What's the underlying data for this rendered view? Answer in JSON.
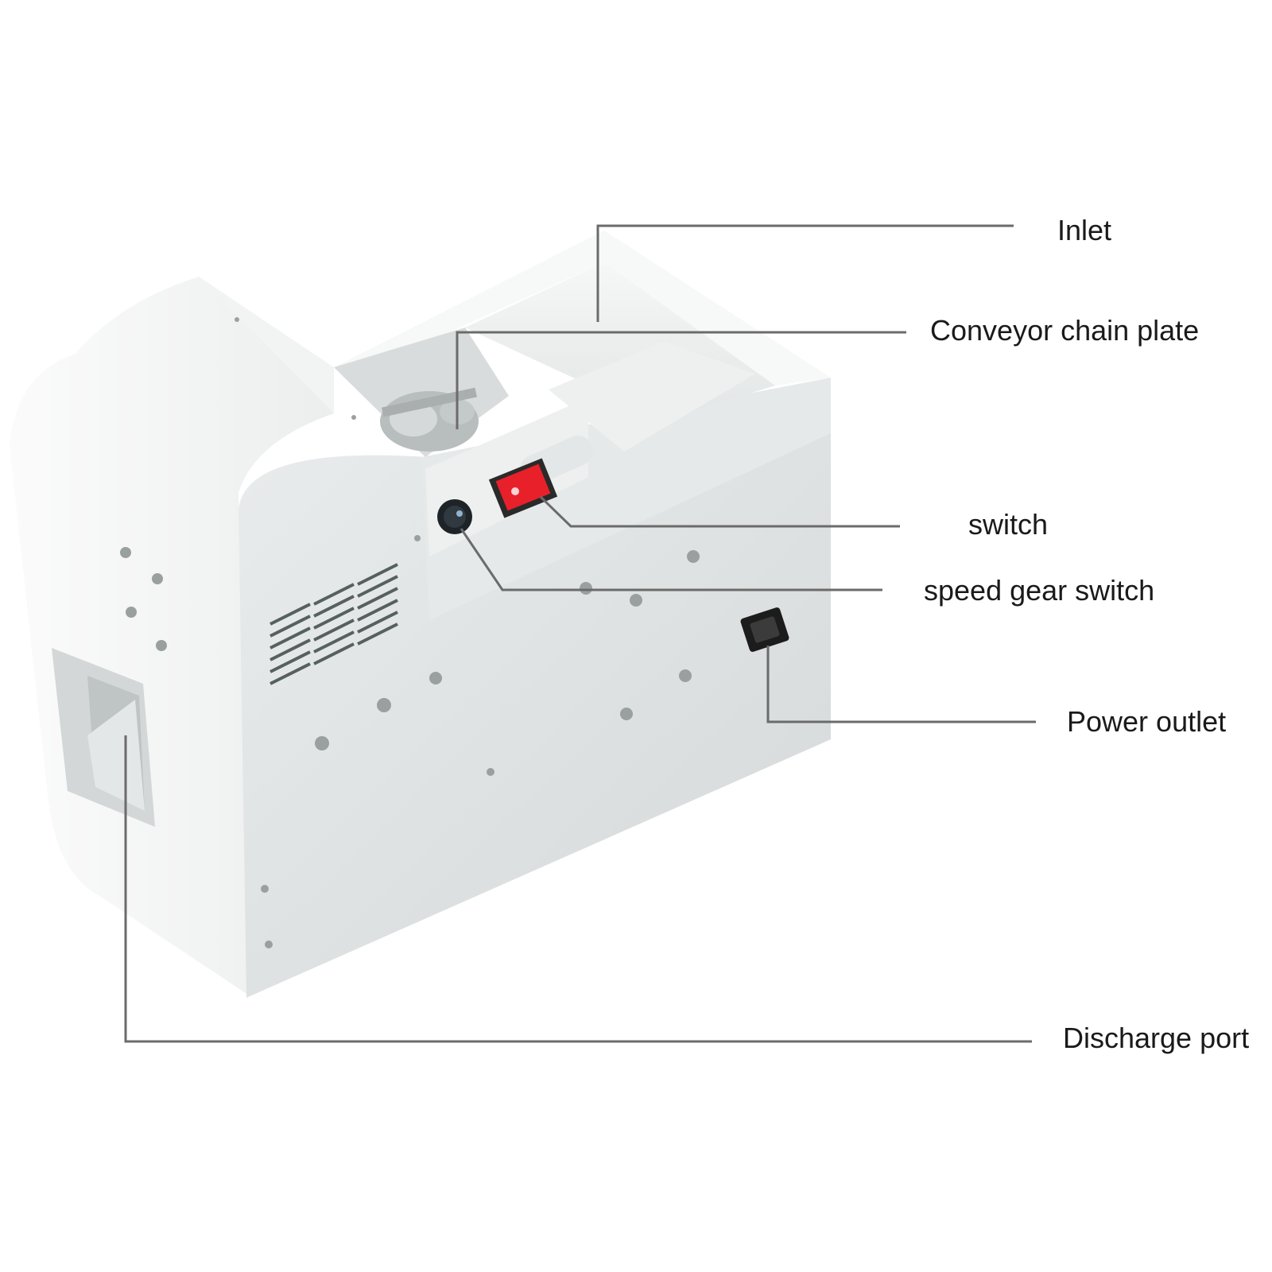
{
  "colors": {
    "body_light": "#f4f5f5",
    "body_side": "#dfe2e2",
    "body_shadow": "#c8cccc",
    "switch_red": "#e8202a",
    "knob_dark": "#1e2328",
    "leader_line": "#6b6b6b"
  },
  "callouts": {
    "inlet": "Inlet",
    "conveyor_chain_plate": "Conveyor chain plate",
    "switch": "switch",
    "speed_gear_switch": "speed gear switch",
    "power_outlet": "Power outlet",
    "discharge_port": "Discharge port"
  }
}
